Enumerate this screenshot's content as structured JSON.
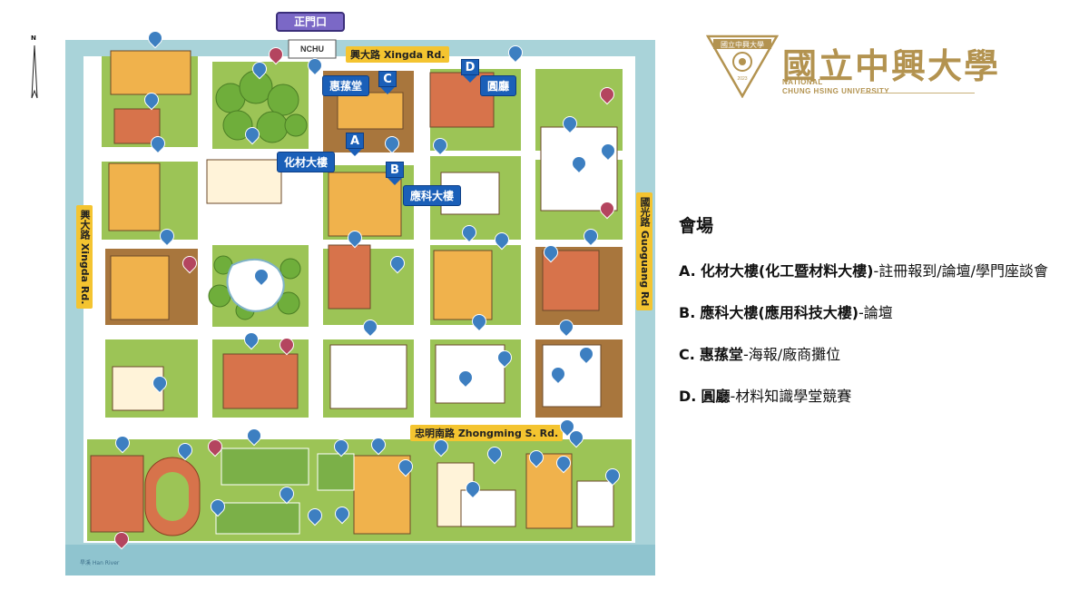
{
  "map": {
    "gate_label": "正門口",
    "gate_sign": "NCHU",
    "roads": {
      "north": "興大路 Xingda Rd.",
      "west": "興大路 Xingda Rd.",
      "east": "國光路 Guoguang Rd",
      "middle": "忠明南路 Zhongming S. Rd."
    },
    "river_label": "旱溪 Han River",
    "north_arrow": "N",
    "venues": [
      {
        "letter": "A",
        "name": "化材大樓"
      },
      {
        "letter": "B",
        "name": "應科大樓"
      },
      {
        "letter": "C",
        "name": "惠蓀堂"
      },
      {
        "letter": "D",
        "name": "圓廳"
      }
    ],
    "colors": {
      "ring_road": "#a9d3d9",
      "block_green": "#9cc456",
      "block_brown": "#a8763d",
      "building": "#f0b24c",
      "building_red": "#d7734b",
      "venue_blue": "#1a5fb8",
      "pin_blue": "#3d7fc1",
      "pin_red": "#b4455f",
      "gate_purple": "#7b68c6"
    }
  },
  "logo": {
    "name_zh": "國立中興大學",
    "name_en_line1": "NATIONAL",
    "name_en_line2": "CHUNG HSING UNIVERSITY",
    "seal_text": "國立中興大學",
    "seal_year": "2023"
  },
  "legend": {
    "title": "會場",
    "items": [
      {
        "key": "A.",
        "venue": "化材大樓(化工暨材料大樓)",
        "desc": "-註冊報到/論壇/學門座談會"
      },
      {
        "key": "B.",
        "venue": "應科大樓(應用科技大樓)",
        "desc": "-論壇"
      },
      {
        "key": "C.",
        "venue": "惠蓀堂",
        "desc": "-海報/廠商攤位"
      },
      {
        "key": "D.",
        "venue": "圓廳",
        "desc": "-材料知識學堂競賽"
      }
    ]
  }
}
